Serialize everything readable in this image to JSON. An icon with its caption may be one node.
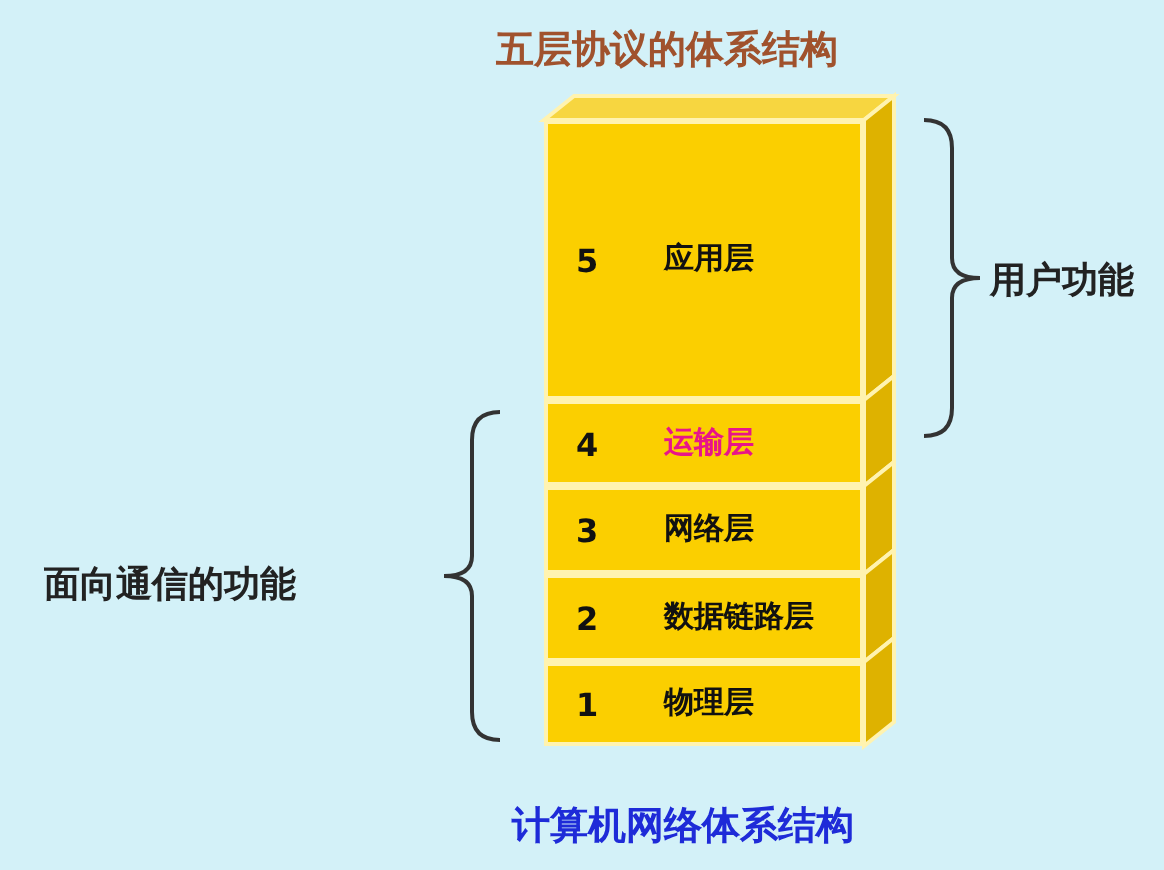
{
  "diagram": {
    "title": "五层协议的体系结构",
    "caption": "计算机网络体系结构",
    "nodes": [
      {
        "text": [
          "5",
          "应用层"
        ]
      },
      {
        "text": [
          "4",
          "运输层"
        ]
      },
      {
        "text": [
          "3",
          "网络层"
        ]
      },
      {
        "text": [
          "2",
          "数据链路层"
        ]
      },
      {
        "text": [
          "1",
          "物理层"
        ]
      }
    ],
    "edges": [],
    "labels": [
      "用户功能",
      "面向通信的功能"
    ]
  }
}
